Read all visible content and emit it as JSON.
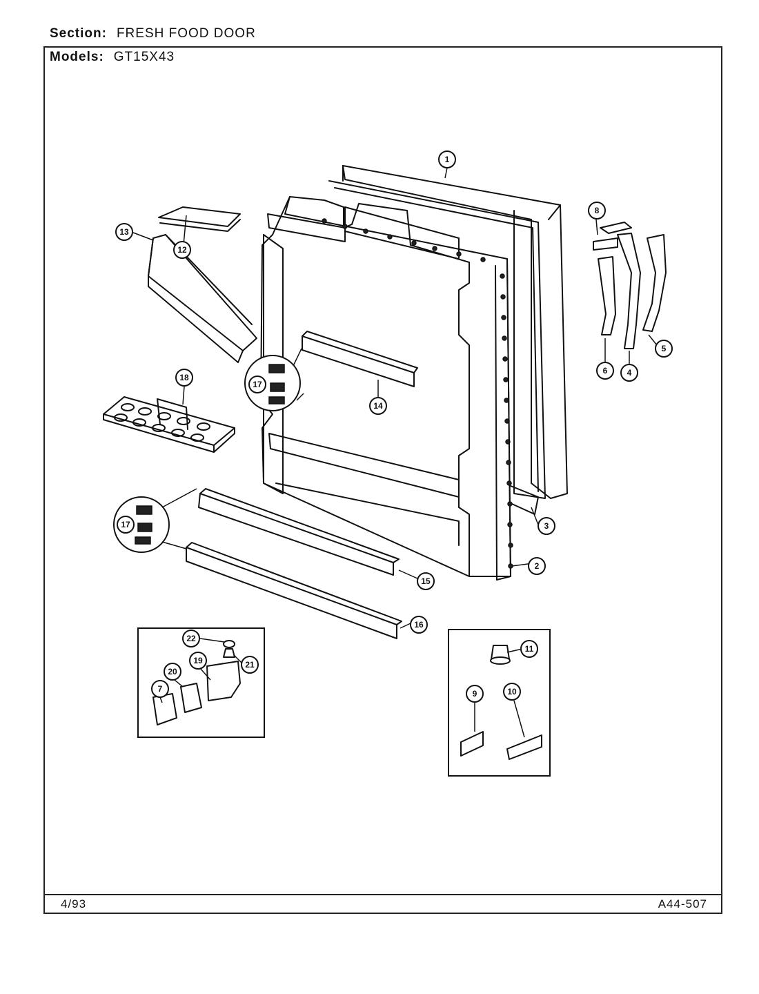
{
  "header": {
    "section_key": "Section:",
    "section_value": "FRESH FOOD DOOR",
    "models_key": "Models:",
    "models_value": "GT15X43"
  },
  "footer": {
    "date": "4/93",
    "code": "A44-507"
  },
  "callouts": [
    "1",
    "2",
    "3",
    "4",
    "5",
    "6",
    "8",
    "9",
    "10",
    "11",
    "12",
    "13",
    "14",
    "15",
    "16",
    "17",
    "17",
    "18",
    "19",
    "20",
    "21",
    "22",
    "7"
  ]
}
